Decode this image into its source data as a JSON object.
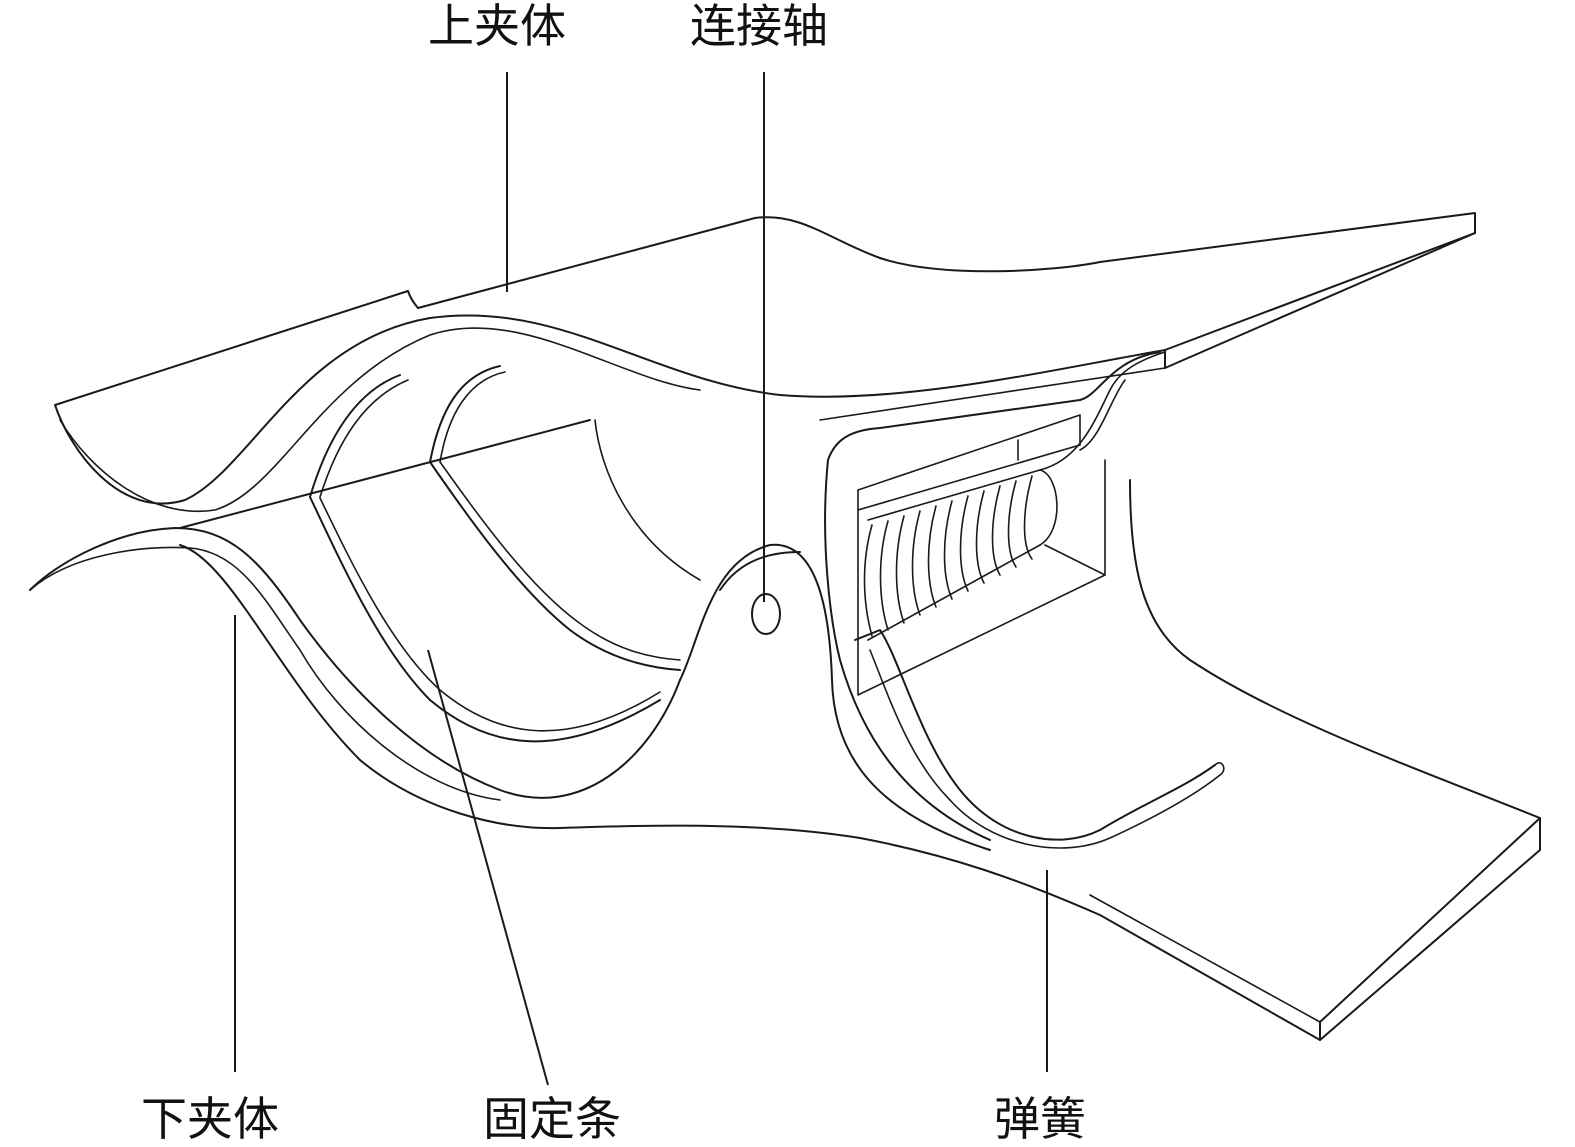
{
  "labels": {
    "upper_clamp": "上夹体",
    "shaft": "连接轴",
    "lower_clamp": "下夹体",
    "fixing_strip": "固定条",
    "spring": "弹簧"
  },
  "colors": {
    "line": "#1a1a1a",
    "background": "#ffffff"
  }
}
